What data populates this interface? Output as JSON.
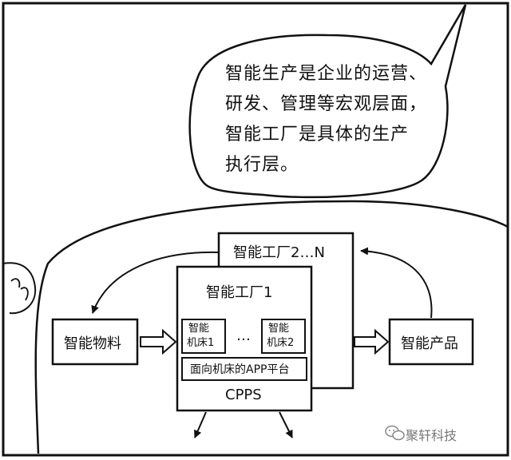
{
  "bubble": {
    "lines": [
      "智能生产是企业的运营、",
      "研发、管理等宏观层面，",
      "智能工厂是具体的生产",
      "执行层。"
    ]
  },
  "diagram": {
    "factory_back": "智能工厂2…N",
    "factory_front": "智能工厂1",
    "machine1_line1": "智能",
    "machine1_line2": "机床1",
    "ellipsis": "…",
    "machine2_line1": "智能",
    "machine2_line2": "机床2",
    "platform": "面向机床的APP平台",
    "cpps": "CPPS",
    "materials": "智能物料",
    "products": "智能产品"
  },
  "watermark": {
    "icon": "wechat-icon",
    "text": "聚轩科技"
  }
}
